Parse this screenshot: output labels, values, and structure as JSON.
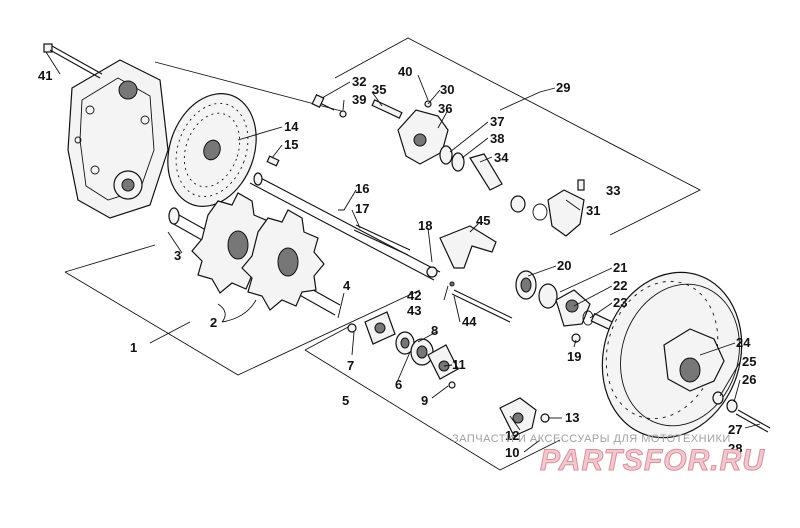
{
  "diagram": {
    "callouts": [
      {
        "id": "1",
        "label": "1"
      },
      {
        "id": "2",
        "label": "2"
      },
      {
        "id": "3",
        "label": "3"
      },
      {
        "id": "4",
        "label": "4"
      },
      {
        "id": "5",
        "label": "5"
      },
      {
        "id": "6",
        "label": "6"
      },
      {
        "id": "7",
        "label": "7"
      },
      {
        "id": "8",
        "label": "8"
      },
      {
        "id": "9",
        "label": "9"
      },
      {
        "id": "10",
        "label": "10"
      },
      {
        "id": "11",
        "label": "11"
      },
      {
        "id": "12",
        "label": "12"
      },
      {
        "id": "13",
        "label": "13"
      },
      {
        "id": "14",
        "label": "14"
      },
      {
        "id": "15",
        "label": "15"
      },
      {
        "id": "16",
        "label": "16"
      },
      {
        "id": "17",
        "label": "17"
      },
      {
        "id": "18",
        "label": "18"
      },
      {
        "id": "19",
        "label": "19"
      },
      {
        "id": "20",
        "label": "20"
      },
      {
        "id": "21",
        "label": "21"
      },
      {
        "id": "22",
        "label": "22"
      },
      {
        "id": "23",
        "label": "23"
      },
      {
        "id": "24",
        "label": "24"
      },
      {
        "id": "25",
        "label": "25"
      },
      {
        "id": "26",
        "label": "26"
      },
      {
        "id": "27",
        "label": "27"
      },
      {
        "id": "28",
        "label": "28"
      },
      {
        "id": "29",
        "label": "29"
      },
      {
        "id": "30",
        "label": "30"
      },
      {
        "id": "31",
        "label": "31"
      },
      {
        "id": "32",
        "label": "32"
      },
      {
        "id": "33",
        "label": "33"
      },
      {
        "id": "34",
        "label": "34"
      },
      {
        "id": "35",
        "label": "35"
      },
      {
        "id": "36",
        "label": "36"
      },
      {
        "id": "37",
        "label": "37"
      },
      {
        "id": "38",
        "label": "38"
      },
      {
        "id": "39",
        "label": "39"
      },
      {
        "id": "40",
        "label": "40"
      },
      {
        "id": "41",
        "label": "41"
      },
      {
        "id": "42",
        "label": "42"
      },
      {
        "id": "43",
        "label": "43"
      },
      {
        "id": "44",
        "label": "44"
      },
      {
        "id": "45",
        "label": "45"
      }
    ]
  },
  "watermark": {
    "line1": "ЗАПЧАСТИ И АКСЕССУАРЫ ДЛЯ МОТОТЕХНИКИ",
    "line2": "PARTSFOR.RU",
    "color_light": "#f2c8cf",
    "color_edge": "#d9909c"
  }
}
